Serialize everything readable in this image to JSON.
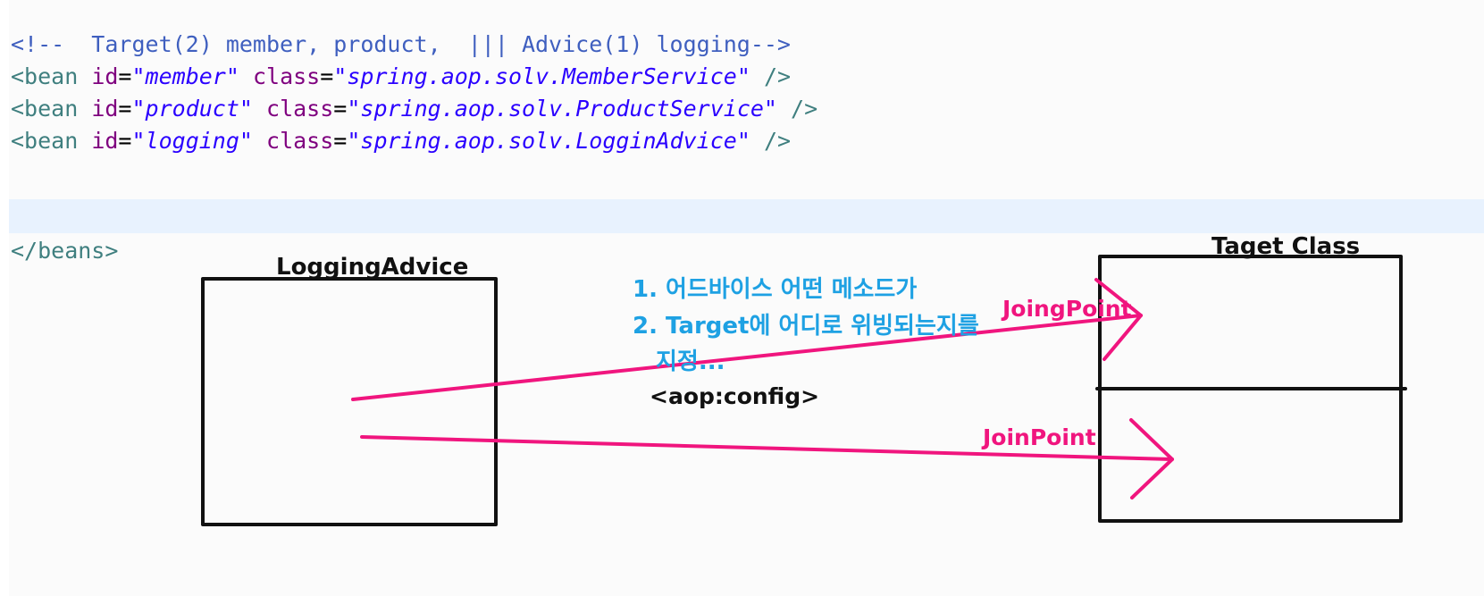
{
  "editor": {
    "lines": [
      {
        "parts": [
          {
            "text": "<!--  Target(2) member, product,  ||| Advice(1) logging-->",
            "kind": "comment"
          }
        ]
      },
      {
        "parts": [
          {
            "text": "<bean ",
            "kind": "tag"
          },
          {
            "text": "id",
            "kind": "attr"
          },
          {
            "text": "=",
            "kind": "eq"
          },
          {
            "text": "\"member\"",
            "kind": "val"
          },
          {
            "text": " ",
            "kind": "eq"
          },
          {
            "text": "class",
            "kind": "attr"
          },
          {
            "text": "=",
            "kind": "eq"
          },
          {
            "text": "\"spring.aop.solv.MemberService\"",
            "kind": "val"
          },
          {
            "text": " />",
            "kind": "tag"
          }
        ]
      },
      {
        "parts": [
          {
            "text": "<bean ",
            "kind": "tag"
          },
          {
            "text": "id",
            "kind": "attr"
          },
          {
            "text": "=",
            "kind": "eq"
          },
          {
            "text": "\"product\"",
            "kind": "val"
          },
          {
            "text": " ",
            "kind": "eq"
          },
          {
            "text": "class",
            "kind": "attr"
          },
          {
            "text": "=",
            "kind": "eq"
          },
          {
            "text": "\"spring.aop.solv.ProductService\"",
            "kind": "val"
          },
          {
            "text": " />",
            "kind": "tag"
          }
        ]
      },
      {
        "parts": [
          {
            "text": "<bean ",
            "kind": "tag"
          },
          {
            "text": "id",
            "kind": "attr"
          },
          {
            "text": "=",
            "kind": "eq"
          },
          {
            "text": "\"logging\"",
            "kind": "val"
          },
          {
            "text": " ",
            "kind": "eq"
          },
          {
            "text": "class",
            "kind": "attr"
          },
          {
            "text": "=",
            "kind": "eq"
          },
          {
            "text": "\"spring.aop.solv.LogginAdvice\"",
            "kind": "val"
          },
          {
            "text": " />",
            "kind": "tag"
          }
        ]
      }
    ],
    "closing_tag": "</beans>"
  },
  "annotations": {
    "advice_box_label": "LoggingAdvice",
    "target_box_label": "Taget Class",
    "note_line1": "1. 어드바이스 어떤 메소드가",
    "note_line2": "2. Target에 어디로 위빙되는지를",
    "note_line3": "지정...",
    "config_tag": "<aop:config>",
    "joinpoint_top": "JoingPoint",
    "joinpoint_bottom": "JoinPoint"
  },
  "colors": {
    "pen_pink": "#f0157e",
    "pen_blue": "#1ea1e3",
    "pen_black": "#111111",
    "line_highlight": "#e8f2fe"
  }
}
